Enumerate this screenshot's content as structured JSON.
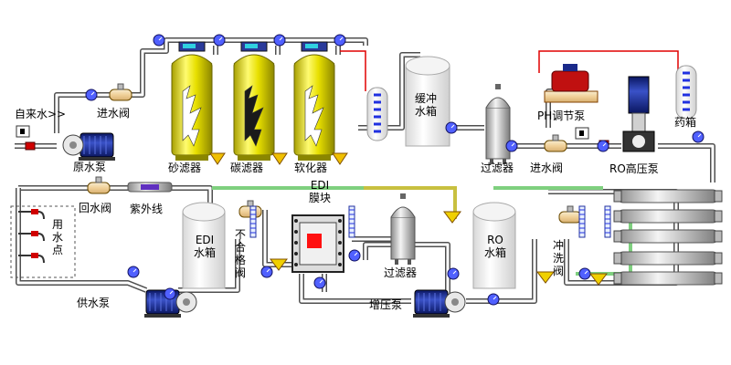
{
  "labels": {
    "tap_water": "自来水>>",
    "inlet_valve_1": "进水阀",
    "raw_pump": "原水泵",
    "sand_filter": "砂滤器",
    "carbon_filter": "碳滤器",
    "softener": "软化器",
    "buffer_tank": "缓冲水箱",
    "filter_1": "过滤器",
    "inlet_valve_2": "进水阀",
    "ph_pump": "PH调节泵",
    "dosing_tank": "药箱",
    "ro_pump": "RO高压泵",
    "return_valve": "回水阀",
    "uv": "紫外线",
    "use_points": "用水点",
    "supply_pump": "供水泵",
    "edi_tank": "EDI水箱",
    "reject_valve": "不合格阀",
    "edi_module": "EDI膜块",
    "filter_2": "过滤器",
    "booster_pump": "增压泵",
    "ro_tank": "RO水箱",
    "flush_valve": "冲洗阀"
  },
  "colors": {
    "pipe": "#4f4f4f",
    "pipe_inner": "#ffffff",
    "filter_yellow": "#e8e000",
    "pump_blue": "#1a2a8a",
    "valve_tan": "#f4d8a8",
    "valve_red": "#d00000",
    "hot_line": "#e00000",
    "green_line": "#7fd07f",
    "olive_line": "#c8c040",
    "level_blue": "#2030e0"
  },
  "icons": [
    "pump-icon",
    "valve-icon",
    "gauge-icon",
    "flowmeter-icon",
    "membrane-icon",
    "faucet-icon"
  ]
}
